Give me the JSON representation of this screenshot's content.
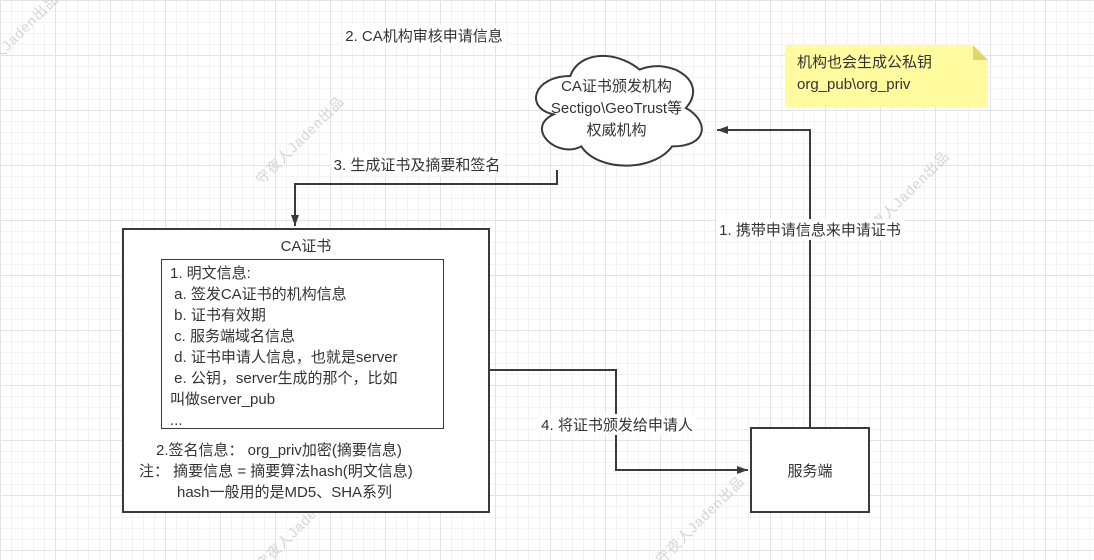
{
  "canvas": {
    "line_color": "#3a3a3a",
    "note_bg": "#fffb9e",
    "grid_minor_color": "#f3f3f3",
    "grid_major_color": "#e3e3e3"
  },
  "watermark": {
    "text": "守夜人Jaden出品"
  },
  "labels": {
    "step1": "1. 携带申请信息来申请证书",
    "step2": "2. CA机构审核申请信息",
    "step3": "3. 生成证书及摘要和签名",
    "step4": "4. 将证书颁发给申请人"
  },
  "cloud": {
    "lines": [
      "CA证书颁发机构",
      "Sectigo\\GeoTrust等",
      "权威机构"
    ]
  },
  "note": {
    "lines": [
      "机构也会生成公私钥",
      "org_pub\\org_priv"
    ]
  },
  "cert_box": {
    "title": "CA证书",
    "plain_lines": [
      "1. 明文信息:",
      " a. 签发CA证书的机构信息",
      " b. 证书有效期",
      " c. 服务端域名信息",
      " d. 证书申请人信息，也就是server",
      " e. 公钥，server生成的那个，比如",
      "叫做server_pub",
      "..."
    ],
    "sign_lines": [
      "2.签名信息： org_priv加密(摘要信息)",
      "注： 摘要信息 = 摘要算法hash(明文信息)",
      "hash一般用的是MD5、SHA系列"
    ]
  },
  "server_box": {
    "label": "服务端"
  }
}
